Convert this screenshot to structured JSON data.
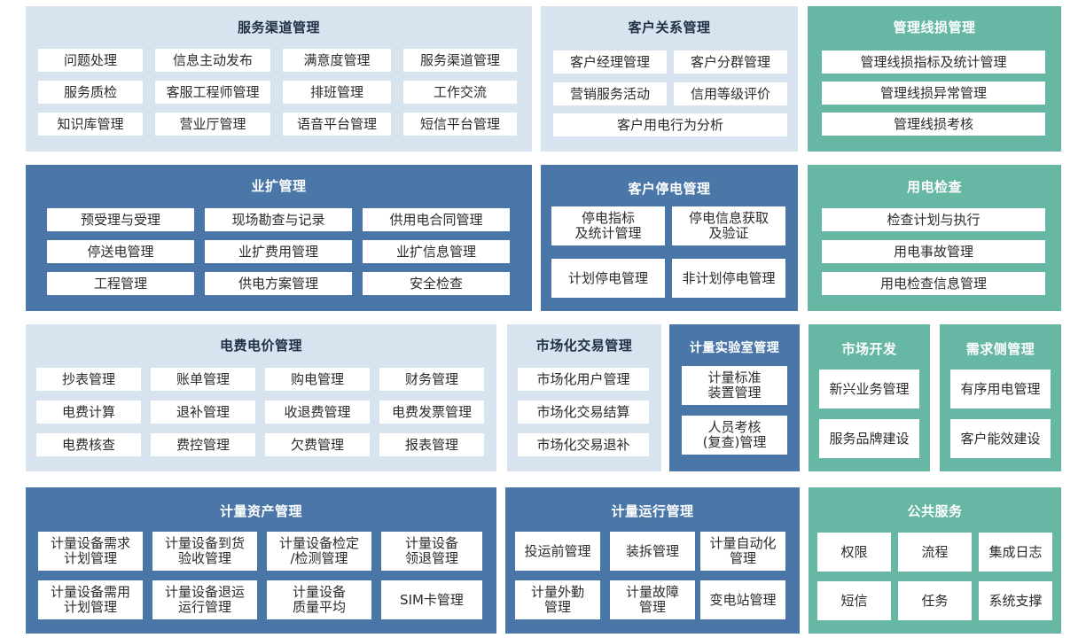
{
  "colors": {
    "light": "#d7e4ef",
    "dark": "#4a77a8",
    "green": "#66b8a4",
    "text_dark": "#2b2b2b"
  },
  "service_channel": {
    "title": "服务渠道管理",
    "items": [
      "问题处理",
      "信息主动发布",
      "满意度管理",
      "服务渠道管理",
      "服务质检",
      "客服工程师管理",
      "排班管理",
      "工作交流",
      "知识库管理",
      "营业厅管理",
      "语音平台管理",
      "短信平台管理"
    ]
  },
  "customer_relation": {
    "title": "客户关系管理",
    "items": [
      "客户经理管理",
      "客户分群管理",
      "营销服务活动",
      "信用等级评价",
      "客户用电行为分析"
    ]
  },
  "line_loss": {
    "title": "管理线损管理",
    "items": [
      "管理线损指标及统计管理",
      "管理线损异常管理",
      "管理线损考核"
    ]
  },
  "business_expansion": {
    "title": "业扩管理",
    "items": [
      "预受理与受理",
      "现场勘查与记录",
      "供用电合同管理",
      "停送电管理",
      "业扩费用管理",
      "业扩信息管理",
      "工程管理",
      "供电方案管理",
      "安全检查"
    ]
  },
  "outage": {
    "title": "客户停电管理",
    "items": [
      "停电指标\n及统计管理",
      "停电信息获取\n及验证",
      "计划停电管理",
      "非计划停电管理"
    ]
  },
  "inspection": {
    "title": "用电检查",
    "items": [
      "检查计划与执行",
      "用电事故管理",
      "用电检查信息管理"
    ]
  },
  "billing": {
    "title": "电费电价管理",
    "items": [
      "抄表管理",
      "账单管理",
      "购电管理",
      "财务管理",
      "电费计算",
      "退补管理",
      "收退费管理",
      "电费发票管理",
      "电费核查",
      "费控管理",
      "欠费管理",
      "报表管理"
    ]
  },
  "market_trade": {
    "title": "市场化交易管理",
    "items": [
      "市场化用户管理",
      "市场化交易结算",
      "市场化交易退补"
    ]
  },
  "metering_lab": {
    "title": "计量实验室管理",
    "items": [
      "计量标准\n装置管理",
      "人员考核\n(复查)管理"
    ]
  },
  "market_dev": {
    "title": "市场开发",
    "items": [
      "新兴业务管理",
      "服务品牌建设"
    ]
  },
  "demand_side": {
    "title": "需求侧管理",
    "items": [
      "有序用电管理",
      "客户能效建设"
    ]
  },
  "metering_asset": {
    "title": "计量资产管理",
    "items": [
      "计量设备需求\n计划管理",
      "计量设备到货\n验收管理",
      "计量设备检定\n/检测管理",
      "计量设备\n领退管理",
      "计量设备需用\n计划管理",
      "计量设备退运\n运行管理",
      "计量设备\n质量平均",
      "SIM卡管理"
    ]
  },
  "metering_operation": {
    "title": "计量运行管理",
    "items": [
      "投运前管理",
      "装拆管理",
      "计量自动化\n管理",
      "计量外勤\n管理",
      "计量故障\n管理",
      "变电站管理"
    ]
  },
  "public_service": {
    "title": "公共服务",
    "items": [
      "权限",
      "流程",
      "集成日志",
      "短信",
      "任务",
      "系统支撑"
    ]
  }
}
